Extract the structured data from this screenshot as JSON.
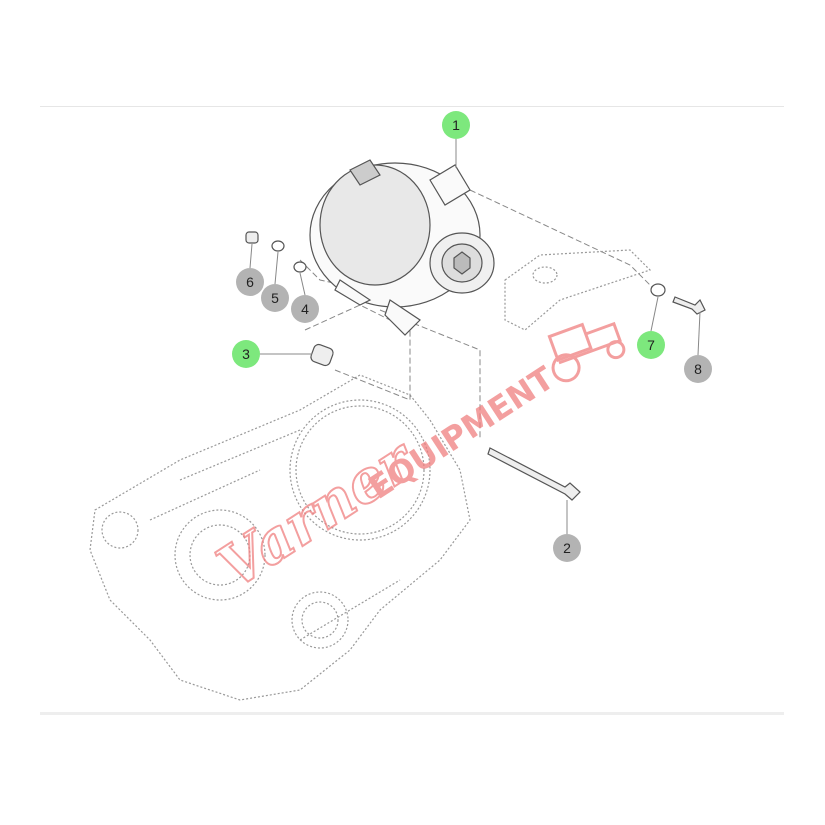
{
  "diagram": {
    "callouts": [
      {
        "number": "1",
        "highlighted": true
      },
      {
        "number": "2",
        "highlighted": false
      },
      {
        "number": "3",
        "highlighted": true
      },
      {
        "number": "4",
        "highlighted": false
      },
      {
        "number": "5",
        "highlighted": false
      },
      {
        "number": "6",
        "highlighted": false
      },
      {
        "number": "7",
        "highlighted": true
      },
      {
        "number": "8",
        "highlighted": false
      }
    ],
    "colors": {
      "highlighted": "#7de87d",
      "normal": "#b3b3b3",
      "watermark": "#f08080",
      "line": "#777777"
    }
  },
  "watermark": {
    "script": "Varner",
    "word": "EQUIPMENT"
  }
}
